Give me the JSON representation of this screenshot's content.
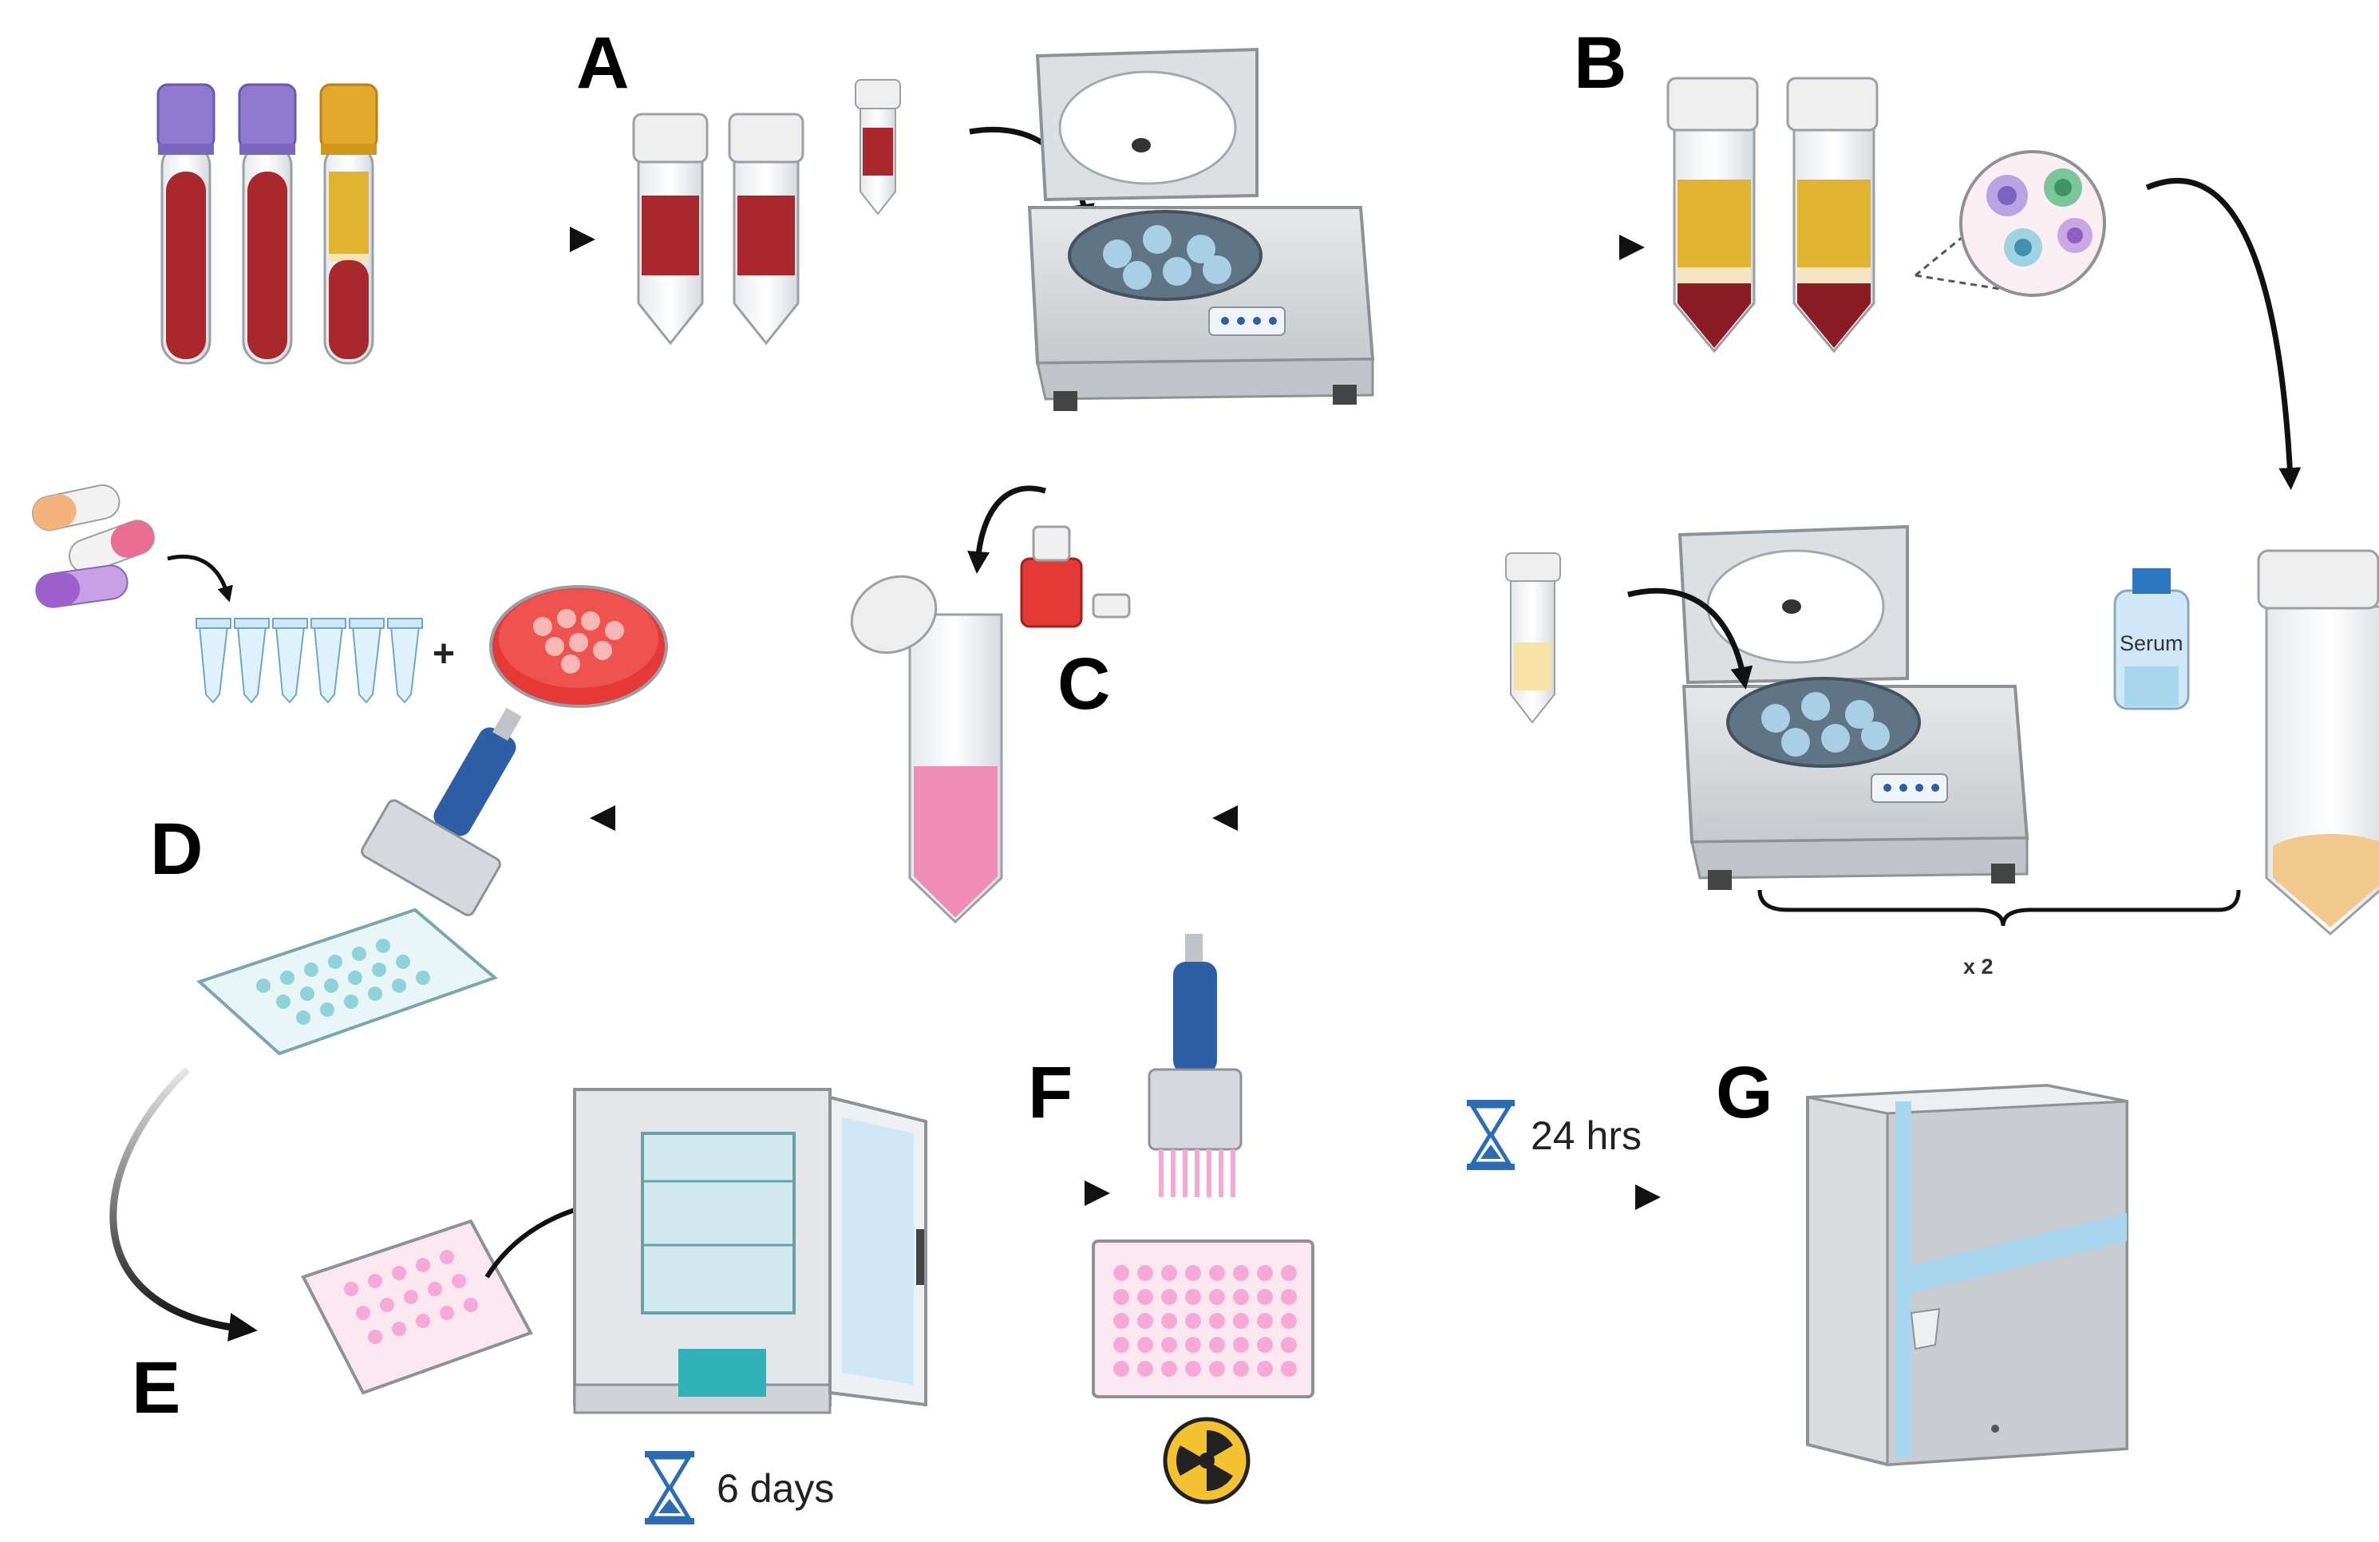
{
  "labels": {
    "A": "A",
    "B": "B",
    "C": "C",
    "D": "D",
    "E": "E",
    "F": "F",
    "G": "G"
  },
  "serum_label": "Serum",
  "repeat_label": "x 2",
  "plus_sign": "+",
  "incubation_duration": "6 days",
  "measurement_wait": "24 hrs",
  "colors": {
    "blood": "#a8282d",
    "plasma": "#e2b331",
    "purple_cap": "#8e7ad0",
    "orange_cap": "#e3a92c",
    "pink_medium": "#f08db4",
    "red_media": "#e53935",
    "teal_wells": "#8fd3d8",
    "pink_wells": "#f5a9d6",
    "instrument_blue": "#a9d6ef",
    "pipette_blue": "#2e5fa6",
    "arrow": "#111111"
  }
}
